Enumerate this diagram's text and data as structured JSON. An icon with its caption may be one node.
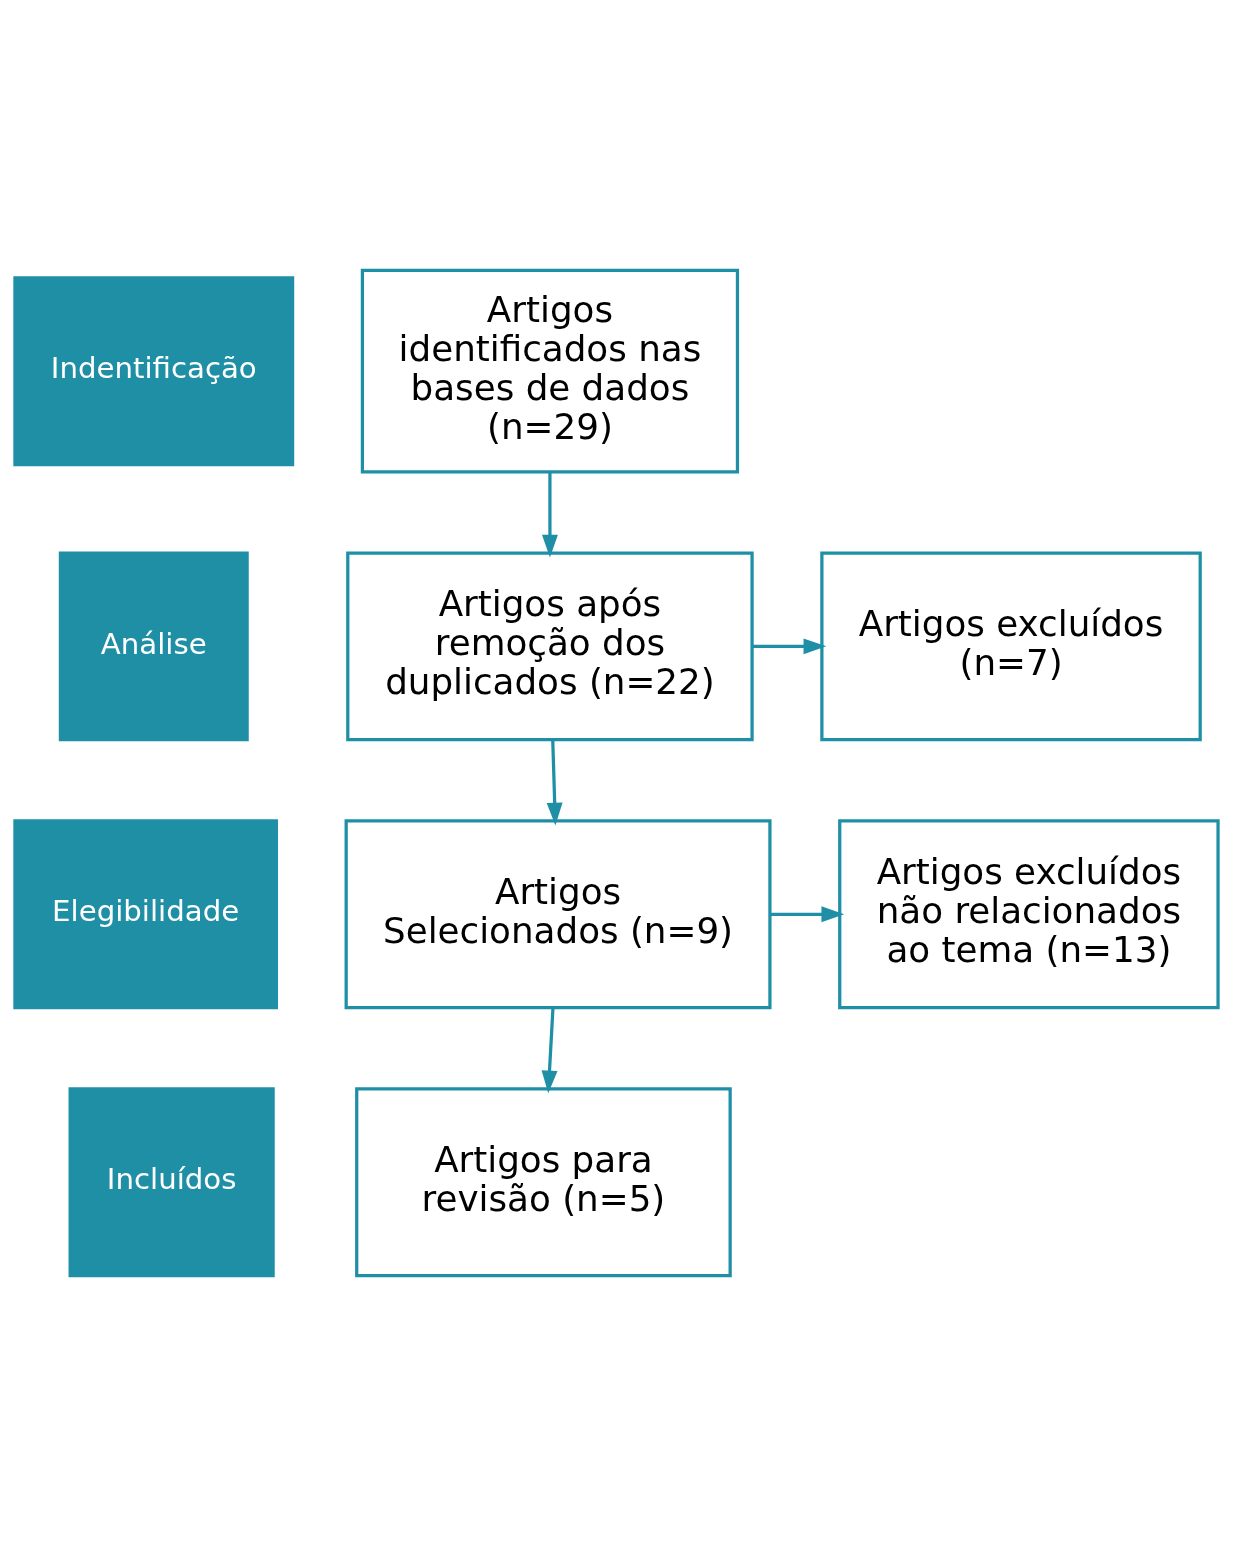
{
  "diagram": {
    "nodes": [
      {
        "text": [
          "Indentificação"
        ]
      },
      {
        "text": [
          "Artigos identificados nas bases de dados (n=29)"
        ]
      },
      {
        "text": [
          "Análise"
        ]
      },
      {
        "text": [
          "Artigos após remoção dos duplicados (n=22)"
        ]
      },
      {
        "text": [
          "Artigos excluídos (n=7)"
        ]
      },
      {
        "text": [
          "Elegibilidade"
        ]
      },
      {
        "text": [
          "Artigos Selecionados (n=9)"
        ]
      },
      {
        "text": [
          "Artigos excluídos não relacionados ao tema (n=13)"
        ]
      },
      {
        "text": [
          "Incluídos"
        ]
      },
      {
        "text": [
          "Artigos para revisão (n=5)"
        ]
      }
    ],
    "edges": [
      {
        "from": 1,
        "to": 3,
        "arrow": "to"
      },
      {
        "from": 3,
        "to": 4,
        "arrow": "to"
      },
      {
        "from": 3,
        "to": 6,
        "arrow": "to"
      },
      {
        "from": 6,
        "to": 7,
        "arrow": "to"
      },
      {
        "from": 6,
        "to": 9,
        "arrow": "to"
      }
    ]
  }
}
